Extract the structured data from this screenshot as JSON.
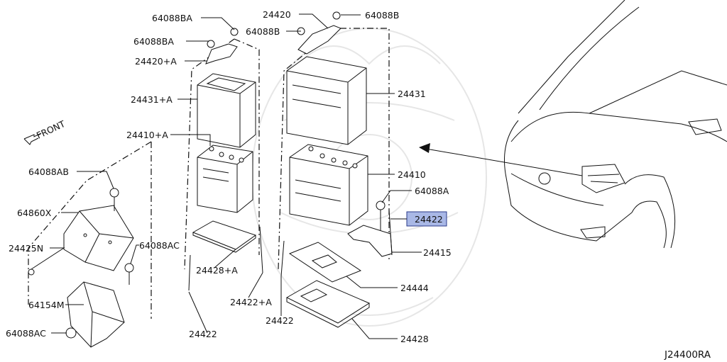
{
  "colors": {
    "ink": "#111111",
    "highlight_fill": "#a9b8e6",
    "highlight_stroke": "#2a3a8a",
    "watermark": "#e6e6e6"
  },
  "labels": {
    "p_64088BA_top": "64088BA",
    "p_24420_top": "24420",
    "p_64088B_top": "64088B",
    "p_64088BA_2": "64088BA",
    "p_64088B_2": "64088B",
    "p_24420A": "24420+A",
    "p_24431A": "24431+A",
    "p_24431": "24431",
    "p_24410A": "24410+A",
    "p_24410": "24410",
    "p_64088AB": "64088AB",
    "p_64860X": "64860X",
    "p_24425N": "24425N",
    "p_64088AC_1": "64088AC",
    "p_64154M": "64154M",
    "p_64088AC_2": "64088AC",
    "p_24428A": "24428+A",
    "p_24422A": "24422+A",
    "p_24422_b1": "24422",
    "p_24422_b2": "24422",
    "p_64088A": "64088A",
    "p_24422_hl": "24422",
    "p_24415": "24415",
    "p_24444": "24444",
    "p_24428": "24428",
    "front": "FRONT",
    "diagram_ref": "J24400RA"
  }
}
